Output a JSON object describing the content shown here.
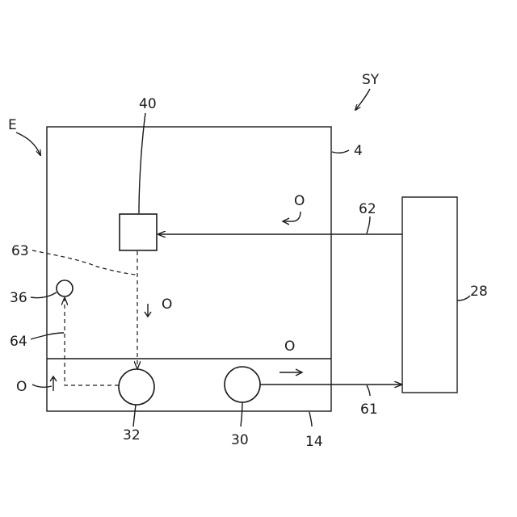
{
  "labels": {
    "system": "SY",
    "engine": "E",
    "housing": "4",
    "component_40": "40",
    "arrow_62": "62",
    "box_28": "28",
    "line_63": "63",
    "circle_36": "36",
    "line_64": "64",
    "line_61": "61",
    "pan_14": "14",
    "circle_32": "32",
    "circle_30": "30"
  },
  "flow_markers": {
    "top": "O",
    "middle": "O",
    "right_pan": "O",
    "left_pan": "O"
  }
}
